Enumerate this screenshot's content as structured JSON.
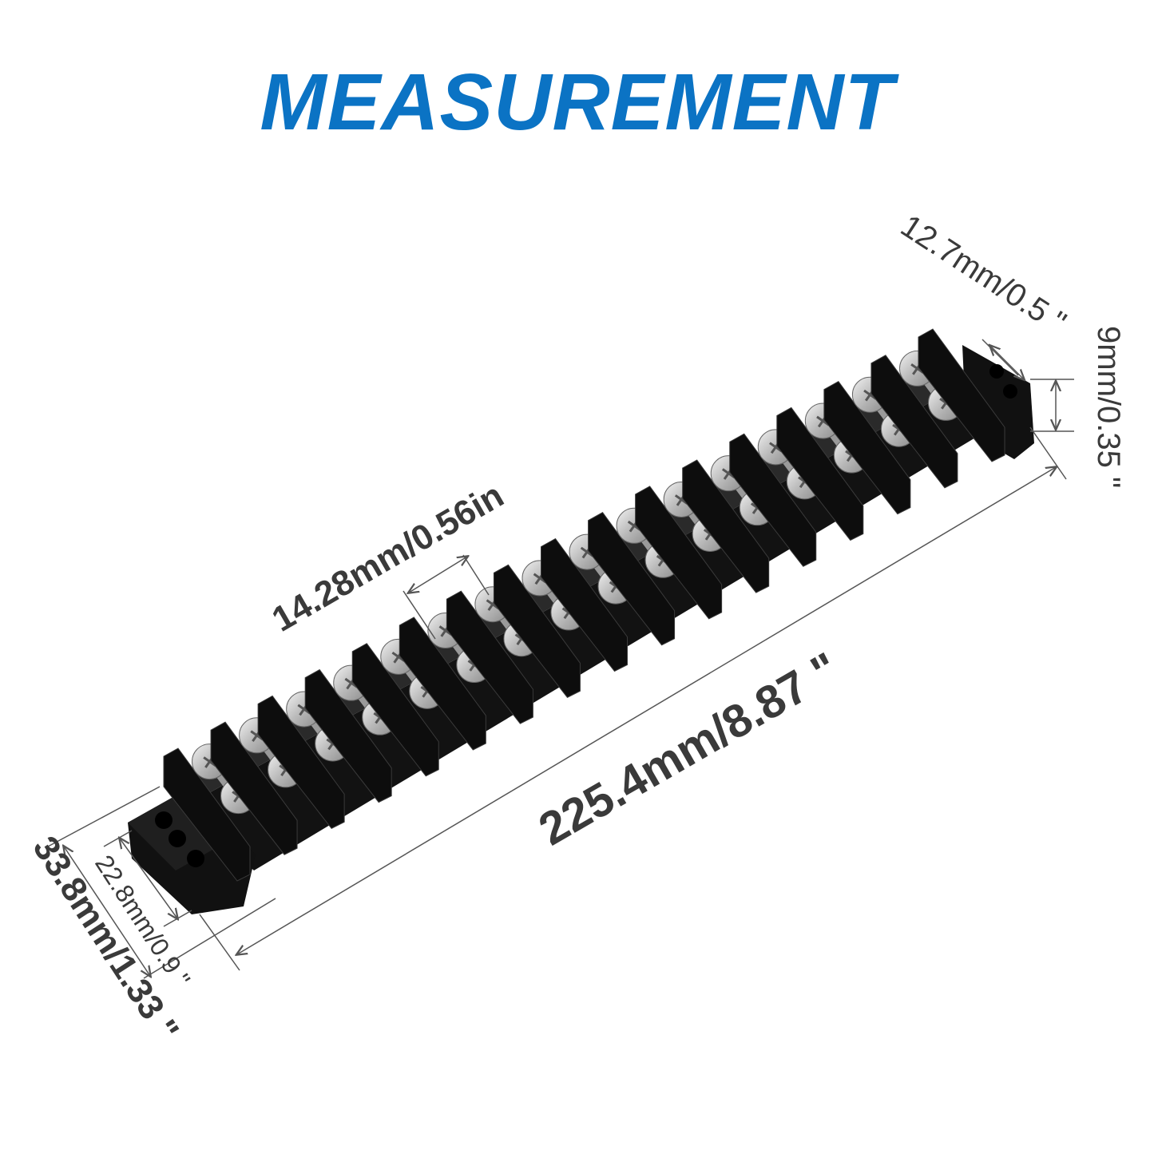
{
  "title": "MEASUREMENT",
  "dimensions": {
    "length": "225.4mm/8.87 \"",
    "pitch": "14.28mm/0.56in",
    "end_tab_width": "12.7mm/0.5 \"",
    "end_tab_height": "9mm/0.35 \"",
    "overall_depth": "33.8mm/1.33 \"",
    "body_depth": "22.8mm/0.9 \""
  },
  "colors": {
    "title": "#0b73c4",
    "body": "#1a1a1a",
    "screw": "#c8c8c8",
    "dimension_line": "#555555"
  },
  "terminal_count": 16
}
